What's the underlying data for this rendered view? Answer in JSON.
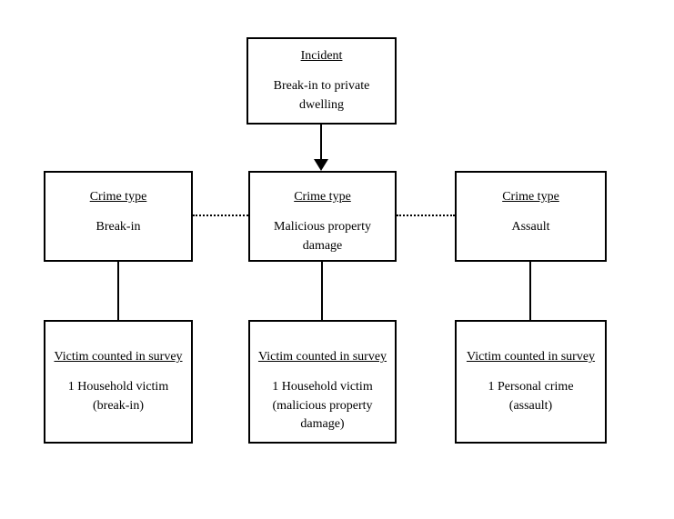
{
  "diagram": {
    "colors": {
      "line": "#000000",
      "text": "#000000",
      "background": "#ffffff"
    },
    "incident_box": {
      "heading": "Incident",
      "body": "Break-in to private\ndwelling"
    },
    "crime_boxes": [
      {
        "heading": "Crime type",
        "body": "Break-in"
      },
      {
        "heading": "Crime type",
        "body": "Malicious property\ndamage"
      },
      {
        "heading": "Crime type",
        "body": "Assault"
      }
    ],
    "victim_boxes": [
      {
        "heading": "Victim counted in survey",
        "body": "1 Household victim\n(break-in)"
      },
      {
        "heading": "Victim counted in survey",
        "body": "1 Household victim\n(malicious property\ndamage)"
      },
      {
        "heading": "Victim counted in survey",
        "body": "1 Personal crime\n(assault)"
      }
    ]
  }
}
